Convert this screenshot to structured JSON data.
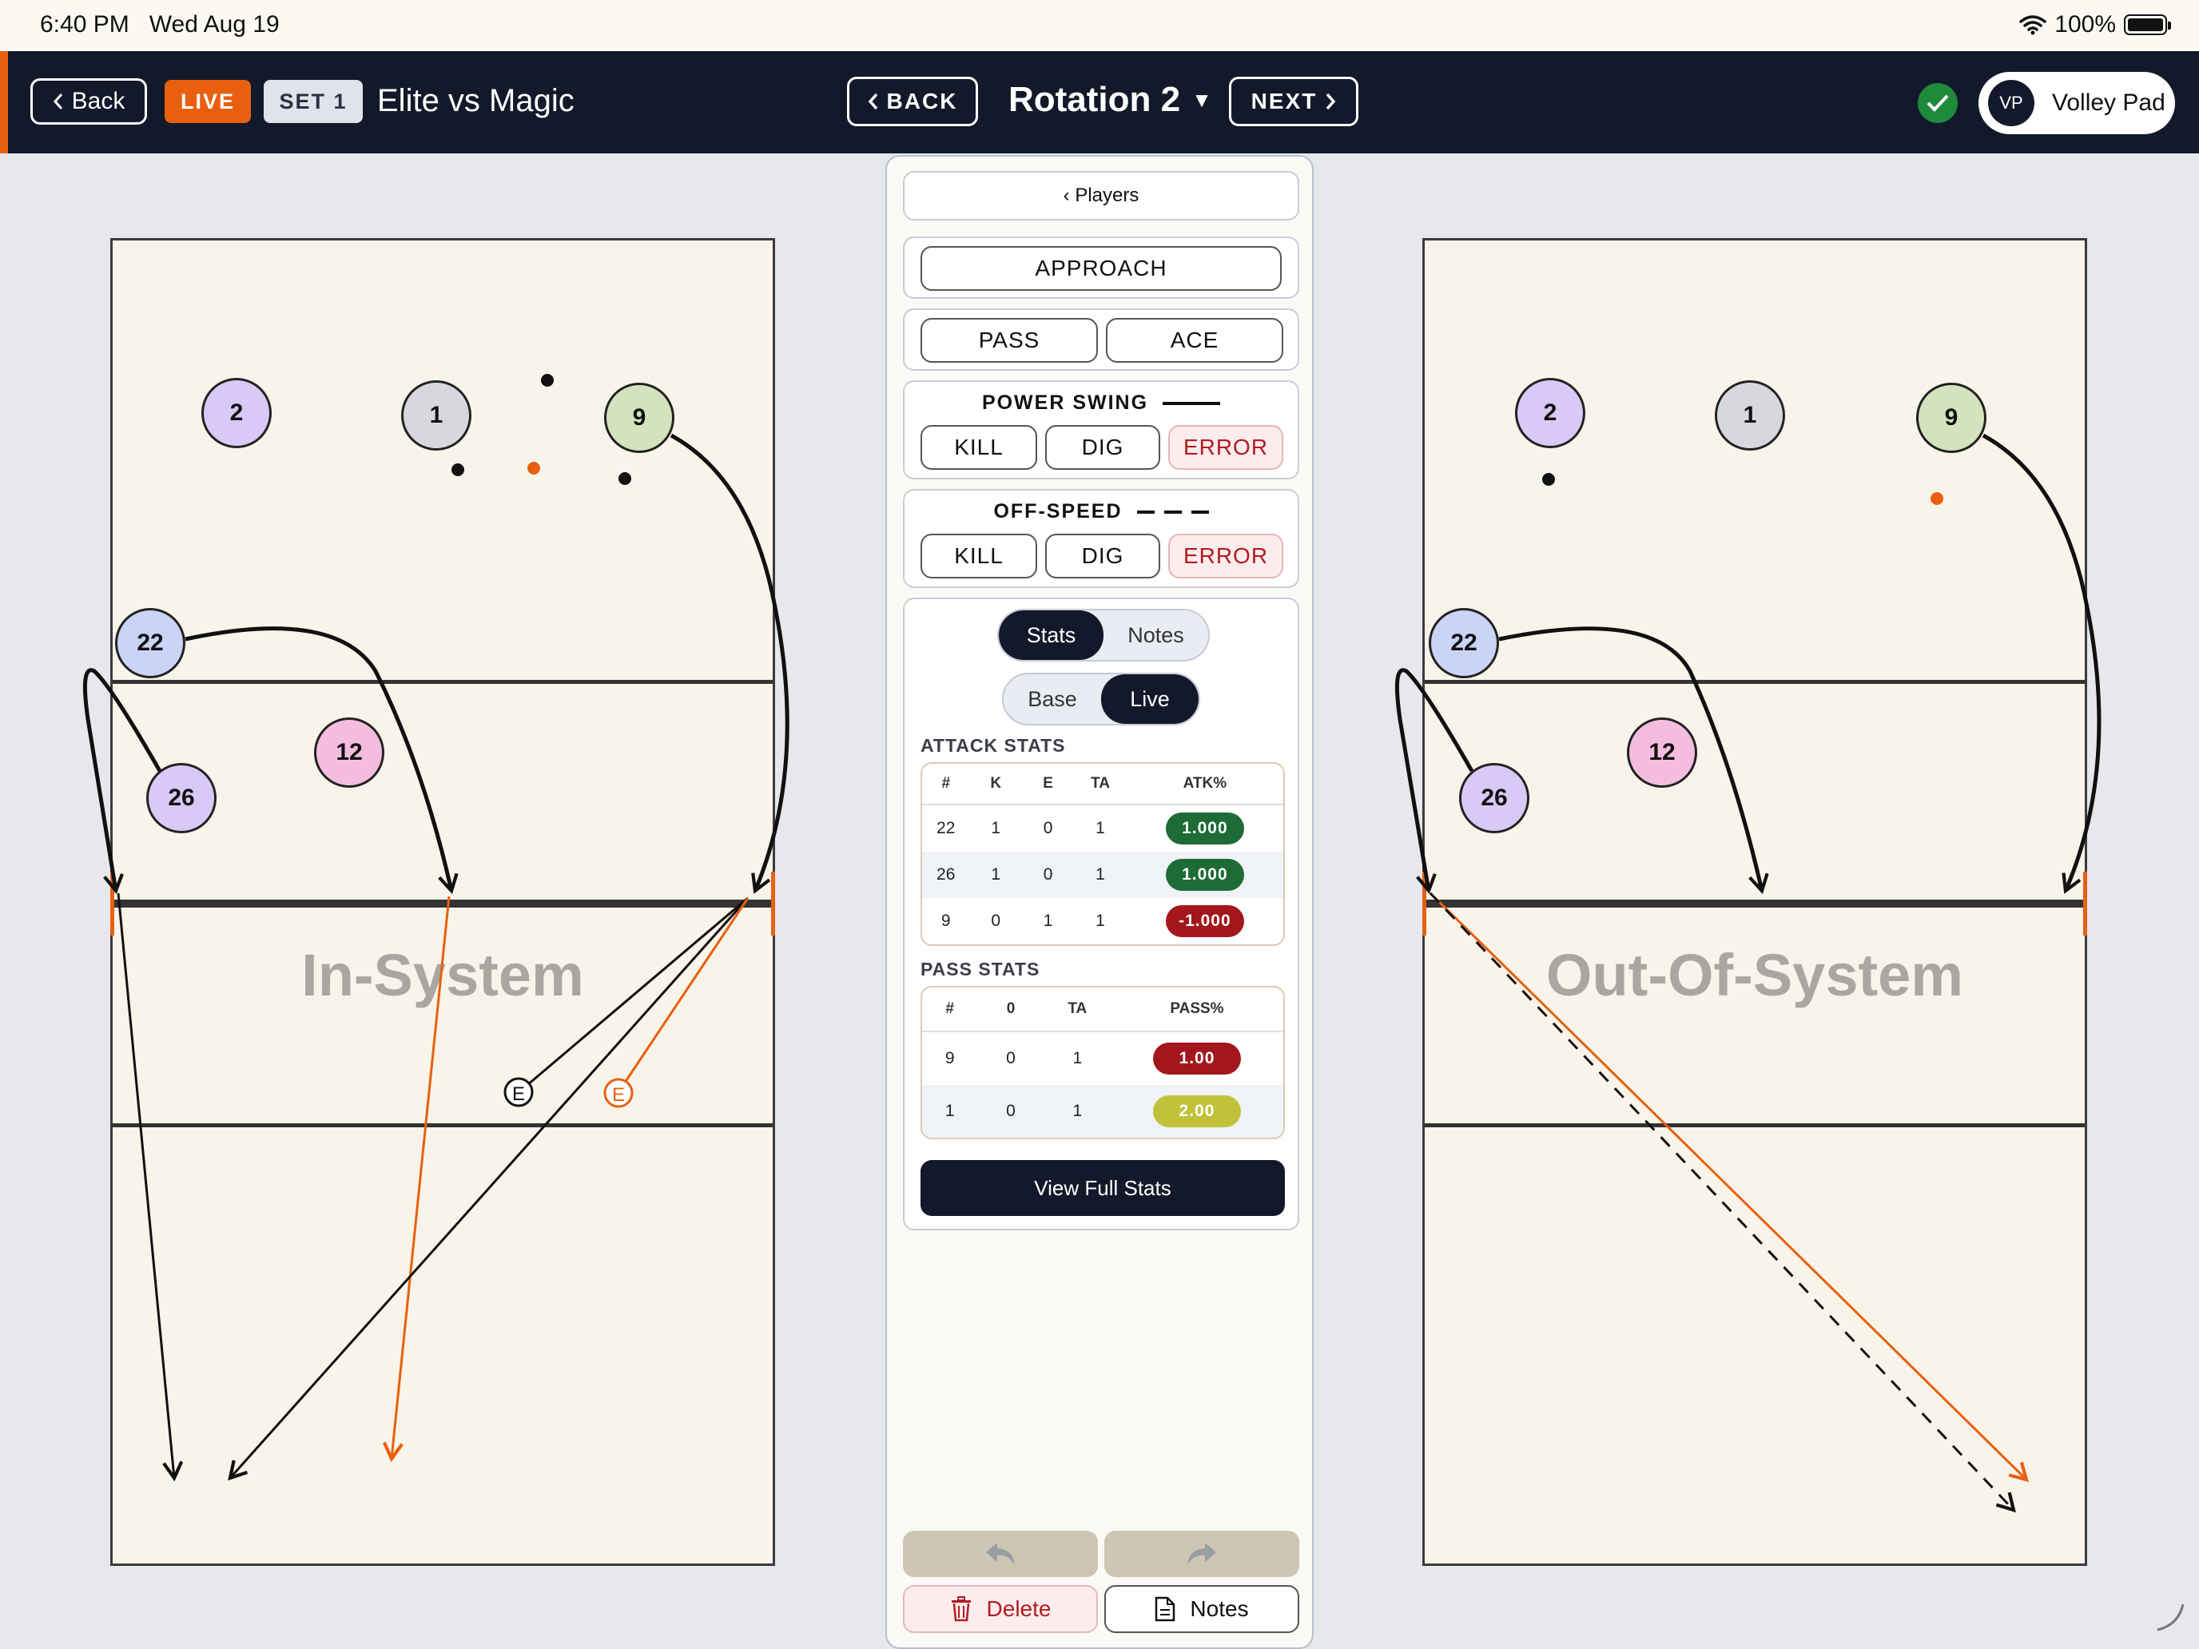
{
  "status_bar": {
    "time": "6:40 PM",
    "date": "Wed Aug 19",
    "battery": "100%"
  },
  "header": {
    "back_label": "Back",
    "live_badge": "LIVE",
    "set_badge": "SET 1",
    "match_title": "Elite vs Magic",
    "rotation_back_label": "BACK",
    "rotation_title": "Rotation 2",
    "rotation_next_label": "NEXT",
    "user_initials": "VP",
    "user_name": "Volley Pad",
    "accent_color": "#e8600f",
    "nav_color": "#13192a"
  },
  "courts": {
    "left_label": "In-System",
    "right_label": "Out-Of-System",
    "error_marker": "E"
  },
  "players": [
    {
      "number": "2",
      "color": "#d9c9f6"
    },
    {
      "number": "1",
      "color": "#d6d8de"
    },
    {
      "number": "9",
      "color": "#d3e3bd"
    },
    {
      "number": "22",
      "color": "#c9d4f6"
    },
    {
      "number": "12",
      "color": "#f4bde0"
    },
    {
      "number": "26",
      "color": "#d9c9f6"
    }
  ],
  "panel": {
    "players_label": "‹ Players",
    "approach_label": "APPROACH",
    "pass_label": "PASS",
    "ace_label": "ACE",
    "power_swing_label": "POWER SWING",
    "off_speed_label": "OFF-SPEED",
    "kill_label": "KILL",
    "dig_label": "DIG",
    "error_label": "ERROR",
    "tab_stats": "Stats",
    "tab_notes": "Notes",
    "mode_base": "Base",
    "mode_live": "Live",
    "attack_title": "ATTACK STATS",
    "attack_headers": [
      "#",
      "K",
      "E",
      "TA",
      "ATK%"
    ],
    "attack_rows": [
      {
        "num": "22",
        "k": "1",
        "e": "0",
        "ta": "1",
        "pct": "1.000",
        "color": "#1d6b35"
      },
      {
        "num": "26",
        "k": "1",
        "e": "0",
        "ta": "1",
        "pct": "1.000",
        "color": "#1d6b35"
      },
      {
        "num": "9",
        "k": "0",
        "e": "1",
        "ta": "1",
        "pct": "-1.000",
        "color": "#a3161b"
      }
    ],
    "pass_title": "PASS STATS",
    "pass_headers": [
      "#",
      "0",
      "TA",
      "PASS%"
    ],
    "pass_rows": [
      {
        "num": "9",
        "zero": "0",
        "ta": "1",
        "pct": "1.00",
        "color": "#a3161b"
      },
      {
        "num": "1",
        "zero": "0",
        "ta": "1",
        "pct": "2.00",
        "color": "#c2c23a"
      }
    ],
    "view_full_label": "View Full Stats",
    "delete_label": "Delete",
    "notes_label": "Notes"
  }
}
